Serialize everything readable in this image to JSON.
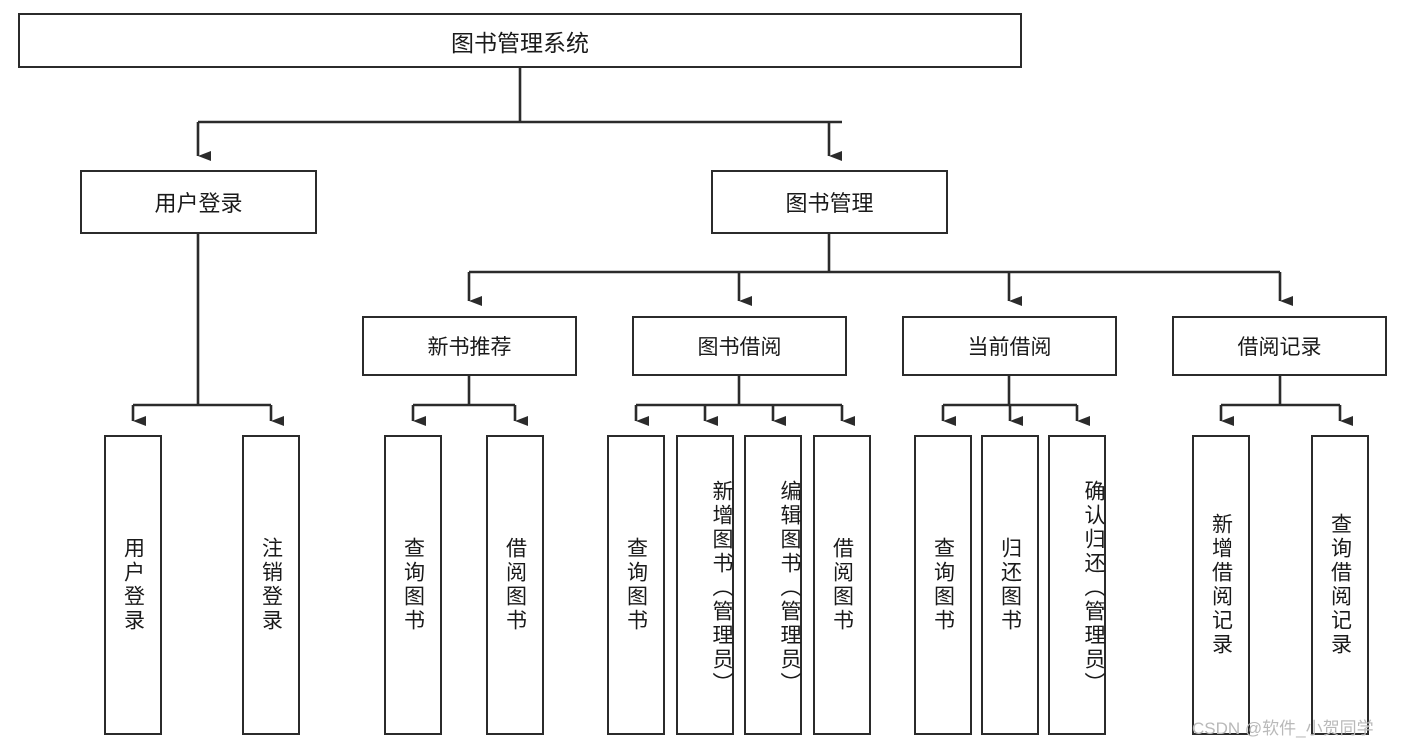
{
  "diagram": {
    "title": "图书管理系统",
    "type": "hierarchy-tree",
    "root": {
      "id": "root",
      "label": "图书管理系统"
    },
    "level2": [
      {
        "id": "user-login",
        "label": "用户登录"
      },
      {
        "id": "book-manage",
        "label": "图书管理"
      }
    ],
    "level3": [
      {
        "id": "new-book-recommend",
        "label": "新书推荐"
      },
      {
        "id": "book-borrow",
        "label": "图书借阅"
      },
      {
        "id": "current-borrow",
        "label": "当前借阅"
      },
      {
        "id": "borrow-record",
        "label": "借阅记录"
      }
    ],
    "leaves": {
      "user_login": [
        {
          "id": "leaf-user-login",
          "label": "用户登录"
        },
        {
          "id": "leaf-logout",
          "label": "注销登录"
        }
      ],
      "new_book_recommend": [
        {
          "id": "leaf-query-book-1",
          "label": "查询图书"
        },
        {
          "id": "leaf-borrow-book-1",
          "label": "借阅图书"
        }
      ],
      "book_borrow": [
        {
          "id": "leaf-query-book-2",
          "label": "查询图书"
        },
        {
          "id": "leaf-add-book",
          "label": "新增图书（管理员）"
        },
        {
          "id": "leaf-edit-book",
          "label": "编辑图书（管理员）"
        },
        {
          "id": "leaf-borrow-book-2",
          "label": "借阅图书"
        }
      ],
      "current_borrow": [
        {
          "id": "leaf-query-book-3",
          "label": "查询图书"
        },
        {
          "id": "leaf-return-book",
          "label": "归还图书"
        },
        {
          "id": "leaf-confirm-return",
          "label": "确认归还（管理员）"
        }
      ],
      "borrow_record": [
        {
          "id": "leaf-add-record",
          "label": "新增借阅记录"
        },
        {
          "id": "leaf-query-record",
          "label": "查询借阅记录"
        }
      ]
    },
    "watermark": "CSDN @软件_小贺同学",
    "colors": {
      "border": "#2b2b2b",
      "text": "#1a1a1a",
      "background": "#ffffff",
      "watermark": "#b9b9b9"
    }
  }
}
